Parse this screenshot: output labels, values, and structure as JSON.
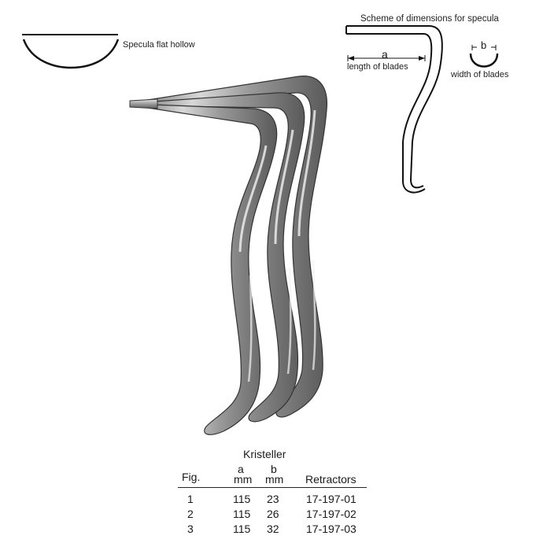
{
  "hollow_label": "Specula flat hollow",
  "scheme": {
    "title": "Scheme of dimensions for specula",
    "a_letter": "a",
    "a_label": "length of blades",
    "b_letter": "b",
    "b_label": "width of blades"
  },
  "product": {
    "name": "Kristeller",
    "columns": {
      "fig": "Fig.",
      "a_letter": "a",
      "a_unit": "mm",
      "b_letter": "b",
      "b_unit": "mm",
      "retractors": "Retractors"
    },
    "rows": [
      {
        "fig": "1",
        "a": "115",
        "b": "23",
        "code": "17-197-01"
      },
      {
        "fig": "2",
        "a": "115",
        "b": "26",
        "code": "17-197-02"
      },
      {
        "fig": "3",
        "a": "115",
        "b": "32",
        "code": "17-197-03"
      }
    ]
  }
}
